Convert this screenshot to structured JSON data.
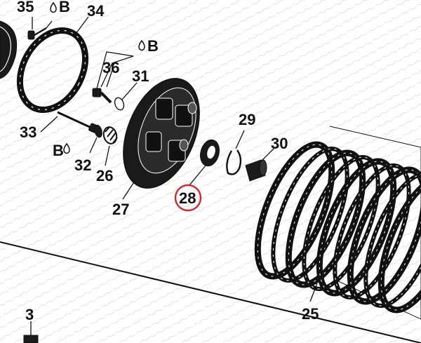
{
  "labels": {
    "p35": "35",
    "p34": "34",
    "p36": "36",
    "p31": "31",
    "p33": "33",
    "p32": "32",
    "p26": "26",
    "p27": "27",
    "p28": "28",
    "p29": "29",
    "p30": "30",
    "p25": "25",
    "p3": "3",
    "b_top": "B",
    "b_mid": "B",
    "b_left": "B"
  },
  "highlight": {
    "label": "28",
    "color": "#d9262c"
  },
  "colors": {
    "ink": "#111111",
    "background": "#ffffff"
  }
}
